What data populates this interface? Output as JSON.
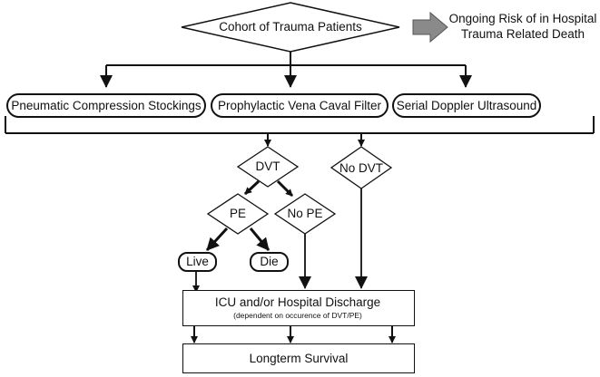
{
  "nodes": {
    "cohort": "Cohort of Trauma Patients",
    "ongoing_risk": "Ongoing Risk of in Hospital Trauma Related Death",
    "stockings": "Pneumatic Compression Stockings",
    "filter": "Prophylactic Vena Caval Filter",
    "ultrasound": "Serial Doppler Ultrasound",
    "dvt": "DVT",
    "no_dvt": "No DVT",
    "pe": "PE",
    "no_pe": "No PE",
    "live": "Live",
    "die": "Die",
    "discharge": "ICU and/or Hospital Discharge",
    "discharge_note": "(dependent on occurence of DVT/PE)",
    "survival": "Longterm Survival"
  }
}
